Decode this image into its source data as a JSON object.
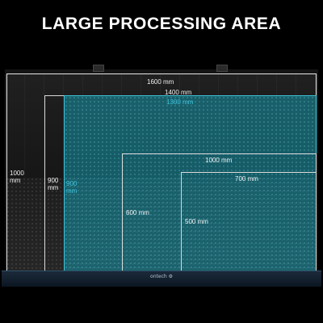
{
  "title": "LARGE PROCESSING AREA",
  "brand": "ontech ⚙",
  "colors": {
    "accent": "#3fc4dc",
    "fill": "#1496aa",
    "outline": "#e6e6e6",
    "background": "#000000"
  },
  "areas": {
    "a1600": {
      "width": "1600 mm",
      "height": "1000 mm"
    },
    "a1400": {
      "width": "1400 mm",
      "height": "900 mm"
    },
    "a1300": {
      "width": "1300 mm",
      "height": "900 mm"
    },
    "a1000": {
      "width": "1000 mm",
      "height": "600 mm"
    },
    "a700": {
      "width": "700 mm",
      "height": "500 mm"
    }
  }
}
